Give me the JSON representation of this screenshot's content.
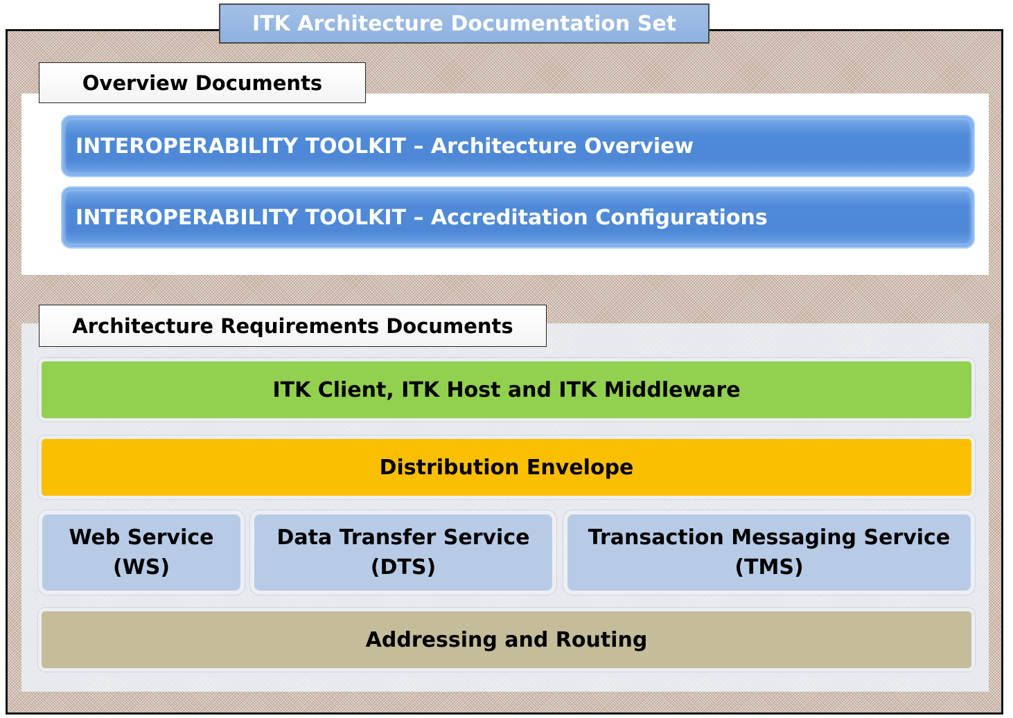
{
  "title": "ITK Architecture Documentation Set",
  "overview": {
    "label": "Overview Documents",
    "items": [
      "INTEROPERABILITY TOOLKIT – Architecture Overview",
      "INTEROPERABILITY TOOLKIT – Accreditation Configurations"
    ]
  },
  "architecture": {
    "label": "Architecture Requirements Documents",
    "client_layer": "ITK Client, ITK Host and ITK Middleware",
    "envelope_layer": "Distribution Envelope",
    "services": [
      {
        "name": "Web Service",
        "abbr": "(WS)"
      },
      {
        "name": "Data Transfer Service",
        "abbr": "(DTS)"
      },
      {
        "name": "Transaction Messaging Service",
        "abbr": "(TMS)"
      }
    ],
    "routing_layer": "Addressing and Routing"
  },
  "colors": {
    "title_fill": "#8EB2DF",
    "document_bar": "#4F8AD8",
    "client_layer": "#92D050",
    "envelope_layer": "#FCBF00",
    "service_box": "#B7CBE6",
    "routing_layer": "#C5BC9A",
    "frame_pattern": "#B9A08F"
  }
}
